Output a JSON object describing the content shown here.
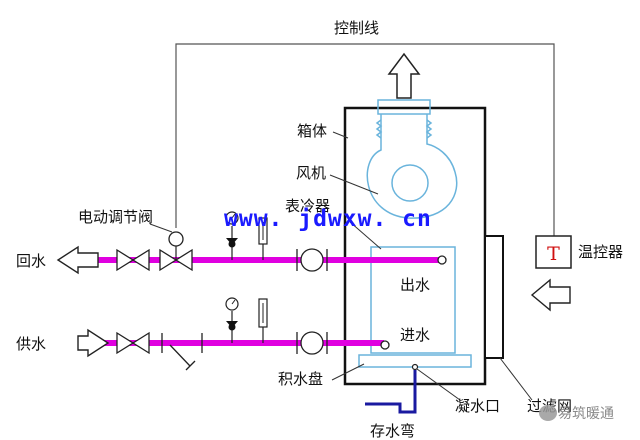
{
  "labels": {
    "control_line": "控制线",
    "cabinet": "箱体",
    "fan": "风机",
    "cooling_coil": "表冷器",
    "electric_valve": "电动调节阀",
    "return_water": "回水",
    "supply_water": "供水",
    "water_out": "出水",
    "water_in": "进水",
    "drain_pan": "积水盘",
    "condensate_outlet": "凝水口",
    "filter": "过滤网",
    "trap": "存水弯",
    "thermostat": "温控器",
    "thermostat_symbol": "T"
  },
  "watermark": {
    "url": "www. jdwxw. cn",
    "brand": "易筑暖通"
  },
  "colors": {
    "pipe": "#e000e0",
    "coil_outline": "#6ab4dc",
    "drain_pipe": "#1a1aa0",
    "thermostat_symbol": "#d01010",
    "line": "#222222",
    "url_text": "#1a1aff"
  }
}
